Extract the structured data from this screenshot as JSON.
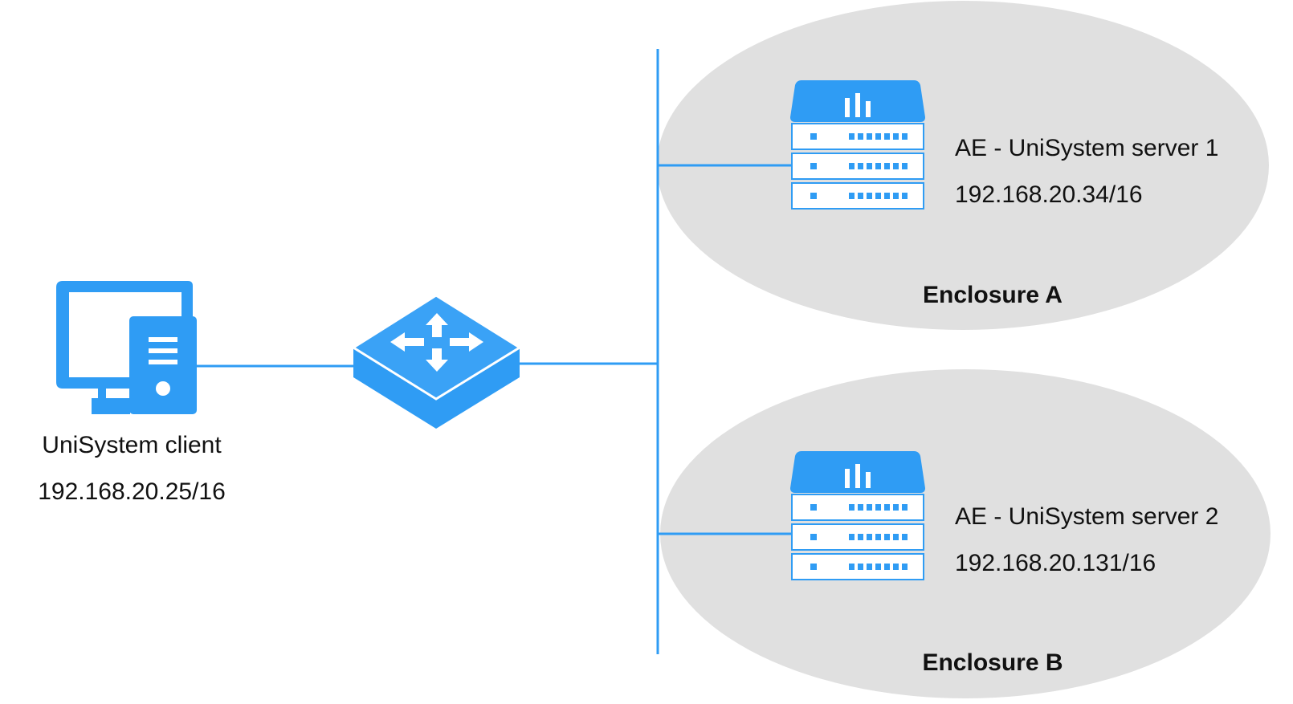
{
  "colors": {
    "accent": "#2f9cf4",
    "enclosure_fill": "#e0e0e0",
    "line": "#2f9cf4",
    "text": "#111111"
  },
  "client": {
    "name": "UniSystem client",
    "ip": "192.168.20.25/16",
    "icon": "desktop-computer-icon"
  },
  "switch": {
    "icon": "network-switch-icon"
  },
  "enclosures": [
    {
      "label": "Enclosure A",
      "server": {
        "name": "AE - UniSystem server 1",
        "ip": "192.168.20.34/16",
        "icon": "server-rack-icon"
      }
    },
    {
      "label": "Enclosure B",
      "server": {
        "name": "AE - UniSystem server 2",
        "ip": "192.168.20.131/16",
        "icon": "server-rack-icon"
      }
    }
  ]
}
